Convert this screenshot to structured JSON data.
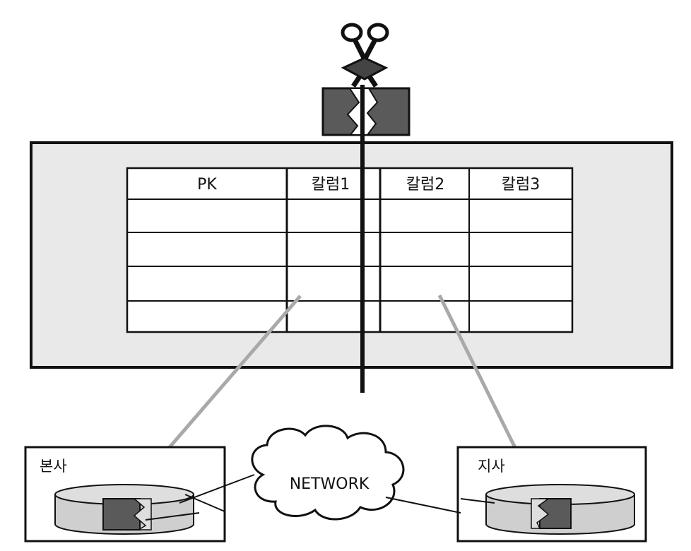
{
  "table": {
    "headers": [
      "PK",
      "칼럼1",
      "칼럼2",
      "칼럼3"
    ],
    "row_count": 4
  },
  "network_label": "NETWORK",
  "sites": {
    "left": "본사",
    "right": "지사"
  },
  "colors": {
    "panel_fill": "#e9e9e9",
    "table_fill": "#ffffff",
    "cut_piece": "#5a5a5a",
    "arrow": "#a9a9a9",
    "cylinder": "#cfcfcf",
    "line": "#111111"
  }
}
